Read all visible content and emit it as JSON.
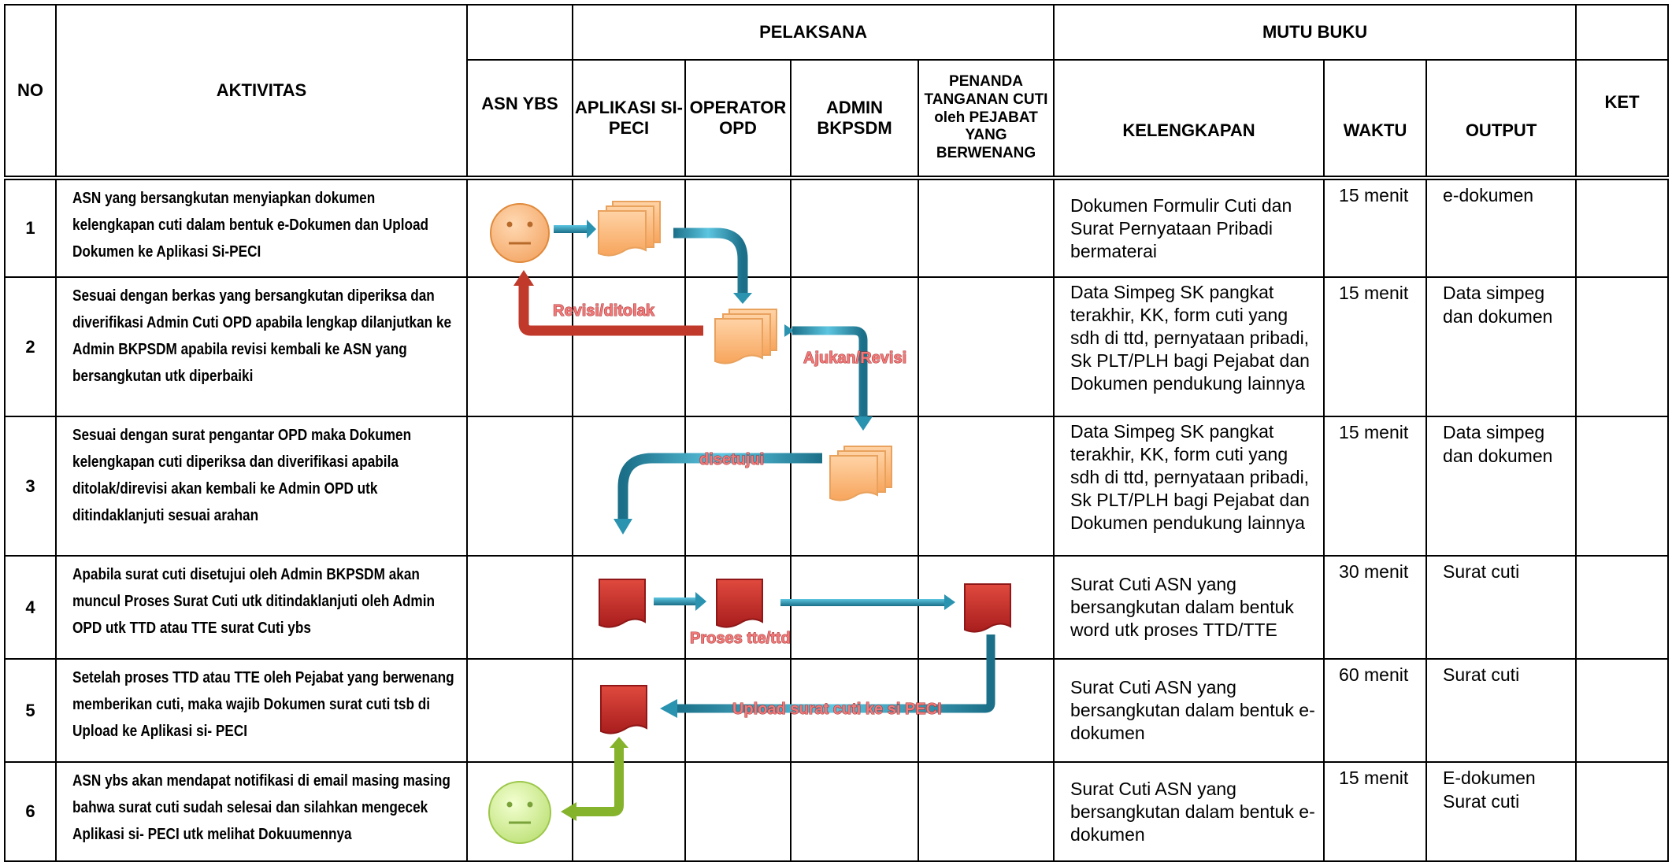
{
  "header": {
    "no": "NO",
    "aktivitas": "AKTIVITAS",
    "pelaksana": "PELAKSANA",
    "mutu_buku": "MUTU BUKU",
    "ket": "KET",
    "asn_ybs": "ASN YBS",
    "aplikasi": "APLIKASI SI-PECI",
    "operator": "OPERATOR OPD",
    "admin": "ADMIN BKPSDM",
    "penanda": "PENANDA TANGANAN CUTI oleh PEJABAT YANG BERWENANG",
    "kelengkapan": "KELENGKAPAN",
    "waktu": "WAKTU",
    "output": "OUTPUT"
  },
  "rows": [
    {
      "no": "1",
      "aktivitas": "ASN yang bersangkutan menyiapkan dokumen kelengkapan cuti dalam bentuk e-Dokumen dan Upload Dokumen ke Aplikasi Si-PECI",
      "kelengkapan": "Dokumen Formulir Cuti dan Surat Pernyataan Pribadi bermaterai",
      "waktu": "15 menit",
      "output": "e-dokumen"
    },
    {
      "no": "2",
      "aktivitas": "Sesuai dengan berkas yang bersangkutan diperiksa dan diverifikasi Admin Cuti OPD apabila lengkap dilanjutkan ke Admin BKPSDM apabila revisi kembali ke ASN yang bersangkutan utk diperbaiki",
      "kelengkapan": "Data Simpeg SK pangkat terakhir, KK, form cuti yang sdh di ttd, pernyataan pribadi, Sk PLT/PLH bagi Pejabat dan Dokumen pendukung lainnya",
      "waktu": "15 menit",
      "output": "Data simpeg dan dokumen"
    },
    {
      "no": "3",
      "aktivitas": "Sesuai dengan surat pengantar OPD maka Dokumen kelengkapan cuti diperiksa dan diverifikasi apabila ditolak/direvisi akan kembali ke Admin OPD utk ditindaklanjuti sesuai arahan",
      "kelengkapan": "Data Simpeg SK pangkat terakhir, KK, form cuti yang sdh di ttd, pernyataan pribadi, Sk PLT/PLH bagi Pejabat dan Dokumen pendukung lainnya",
      "waktu": "15 menit",
      "output": "Data simpeg dan dokumen"
    },
    {
      "no": "4",
      "aktivitas": "Apabila surat cuti disetujui oleh Admin BKPSDM akan muncul Proses Surat Cuti utk ditindaklanjuti oleh Admin OPD utk TTD atau TTE surat Cuti ybs",
      "kelengkapan": "Surat Cuti ASN yang bersangkutan dalam bentuk word utk proses TTD/TTE",
      "waktu": "30 menit",
      "output": "Surat cuti"
    },
    {
      "no": "5",
      "aktivitas": "Setelah proses TTD atau TTE oleh Pejabat yang berwenang memberikan cuti, maka wajib Dokumen surat cuti tsb di Upload ke Aplikasi si- PECI",
      "kelengkapan": "Surat Cuti ASN yang bersangkutan dalam bentuk e-dokumen",
      "waktu": "60 menit",
      "output": "Surat cuti"
    },
    {
      "no": "6",
      "aktivitas": "ASN ybs akan mendapat notifikasi di email masing masing bahwa surat cuti sudah selesai dan silahkan mengecek Aplikasi si- PECI utk melihat Dokuumennya",
      "kelengkapan": "Surat Cuti ASN yang bersangkutan dalam bentuk e-dokumen",
      "waktu": "15 menit",
      "output": "E-dokumen Surat cuti"
    }
  ],
  "flow_labels": {
    "revisi": "Revisi/ditolak",
    "ajukan": "Ajukan/Revisi",
    "disetujui": "disetujui",
    "proses": "Proses tte/ttd",
    "upload": "Upload surat cuti ke si PECI"
  },
  "icons": [
    "asn-face-icon",
    "document-stack-icon",
    "red-document-icon",
    "happy-face-icon"
  ],
  "colors": {
    "doc_orange": "#fbb97a",
    "doc_red": "#c62828",
    "arrow_teal": "#2a93b0",
    "arrow_red": "#c0392b",
    "arrow_green": "#86b32c",
    "label_red": "#f07a7a"
  }
}
